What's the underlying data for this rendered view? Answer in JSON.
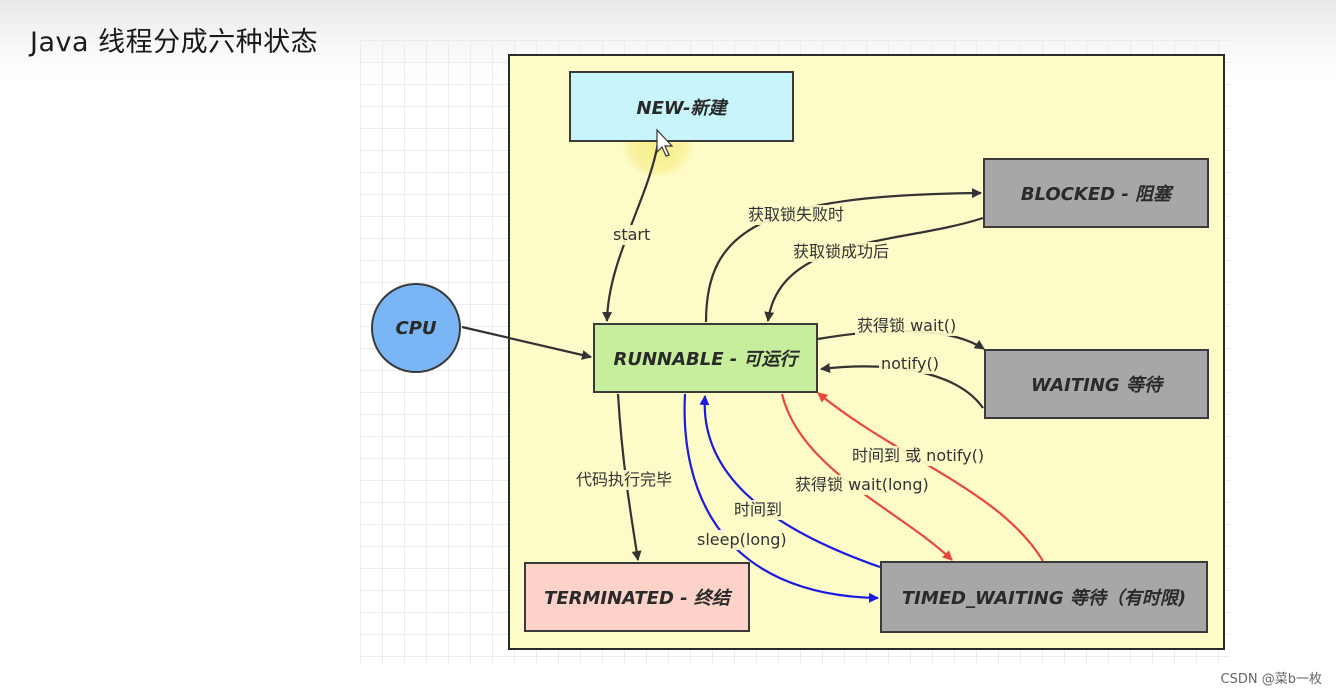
{
  "slide_title": "Java 线程分成六种状态",
  "states": {
    "new": "NEW-新建",
    "blocked": "BLOCKED - 阻塞",
    "runnable": "RUNNABLE - 可运行",
    "waiting": "WAITING 等待",
    "terminated": "TERMINATED - 终结",
    "timed_waiting": "TIMED_WAITING 等待（有时限)"
  },
  "cpu_label": "CPU",
  "transitions": {
    "start": "start",
    "lock_fail": "获取锁失败时",
    "lock_success": "获取锁成功后",
    "lock_wait": "获得锁 wait()",
    "notify": "notify()",
    "finished": "代码执行完毕",
    "timeout": "时间到",
    "sleep": "sleep(long)",
    "timeout_or_notify": "时间到 或 notify()",
    "lock_wait_long": "获得锁 wait(long)"
  },
  "colors": {
    "frame_bg": "#fdfbc8",
    "new": "#c8f4fb",
    "runnable": "#c7ee9c",
    "gray_state": "#a7a7a7",
    "terminated": "#fdd2c8",
    "cpu": "#7ab6f5",
    "arrow_dark": "#333333",
    "arrow_blue": "#1a1ae0",
    "arrow_red": "#e8483a"
  },
  "watermark": "CSDN @菜b一枚"
}
